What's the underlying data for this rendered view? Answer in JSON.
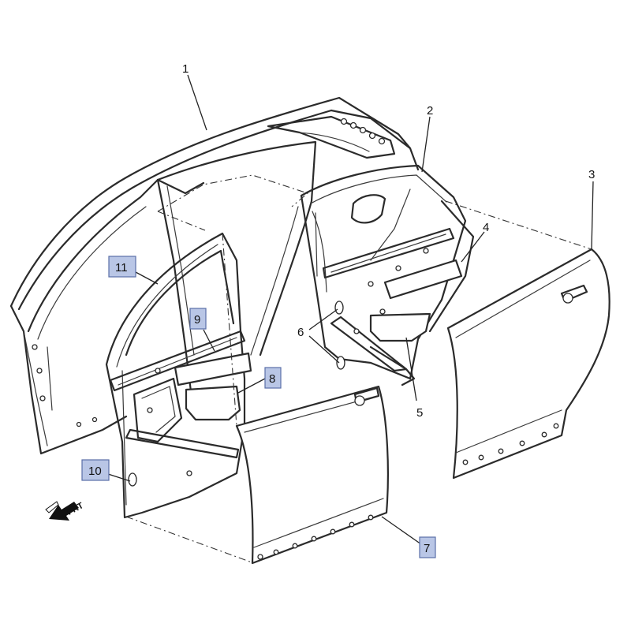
{
  "callouts": [
    {
      "id": "1",
      "label": "1",
      "highlighted": false
    },
    {
      "id": "2",
      "label": "2",
      "highlighted": false
    },
    {
      "id": "3",
      "label": "3",
      "highlighted": false
    },
    {
      "id": "4",
      "label": "4",
      "highlighted": false
    },
    {
      "id": "5",
      "label": "5",
      "highlighted": false
    },
    {
      "id": "6",
      "label": "6",
      "highlighted": false
    },
    {
      "id": "7",
      "label": "7",
      "highlighted": true
    },
    {
      "id": "8",
      "label": "8",
      "highlighted": true
    },
    {
      "id": "9",
      "label": "9",
      "highlighted": true
    },
    {
      "id": "10",
      "label": "10",
      "highlighted": true
    },
    {
      "id": "11",
      "label": "11",
      "highlighted": true
    }
  ],
  "orientation": {
    "label": "FRT"
  },
  "colors": {
    "highlight_fill": "#b9c6e6",
    "highlight_border": "#5a6fa8",
    "line": "#2b2b2b"
  }
}
